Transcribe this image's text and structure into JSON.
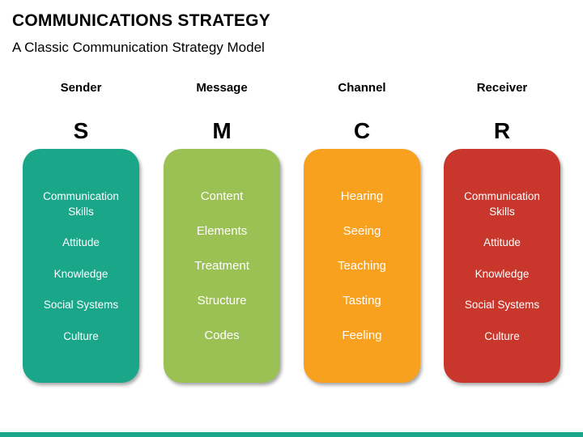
{
  "header": {
    "title": "COMMUNICATIONS STRATEGY",
    "subtitle": "A Classic Communication Strategy Model"
  },
  "columns": [
    {
      "heading": "Sender",
      "letter": "S",
      "color": "#1aa689",
      "items": [
        "Communication Skills",
        "Attitude",
        "Knowledge",
        "Social Systems",
        "Culture"
      ]
    },
    {
      "heading": "Message",
      "letter": "M",
      "color": "#9bc155",
      "items": [
        "Content",
        "Elements",
        "Treatment",
        "Structure",
        "Codes"
      ]
    },
    {
      "heading": "Channel",
      "letter": "C",
      "color": "#f8a11f",
      "items": [
        "Hearing",
        "Seeing",
        "Teaching",
        "Tasting",
        "Feeling"
      ]
    },
    {
      "heading": "Receiver",
      "letter": "R",
      "color": "#c9372c",
      "items": [
        "Communication Skills",
        "Attitude",
        "Knowledge",
        "Social Systems",
        "Culture"
      ]
    }
  ],
  "footer": {
    "bar_color": "#1aa689"
  }
}
